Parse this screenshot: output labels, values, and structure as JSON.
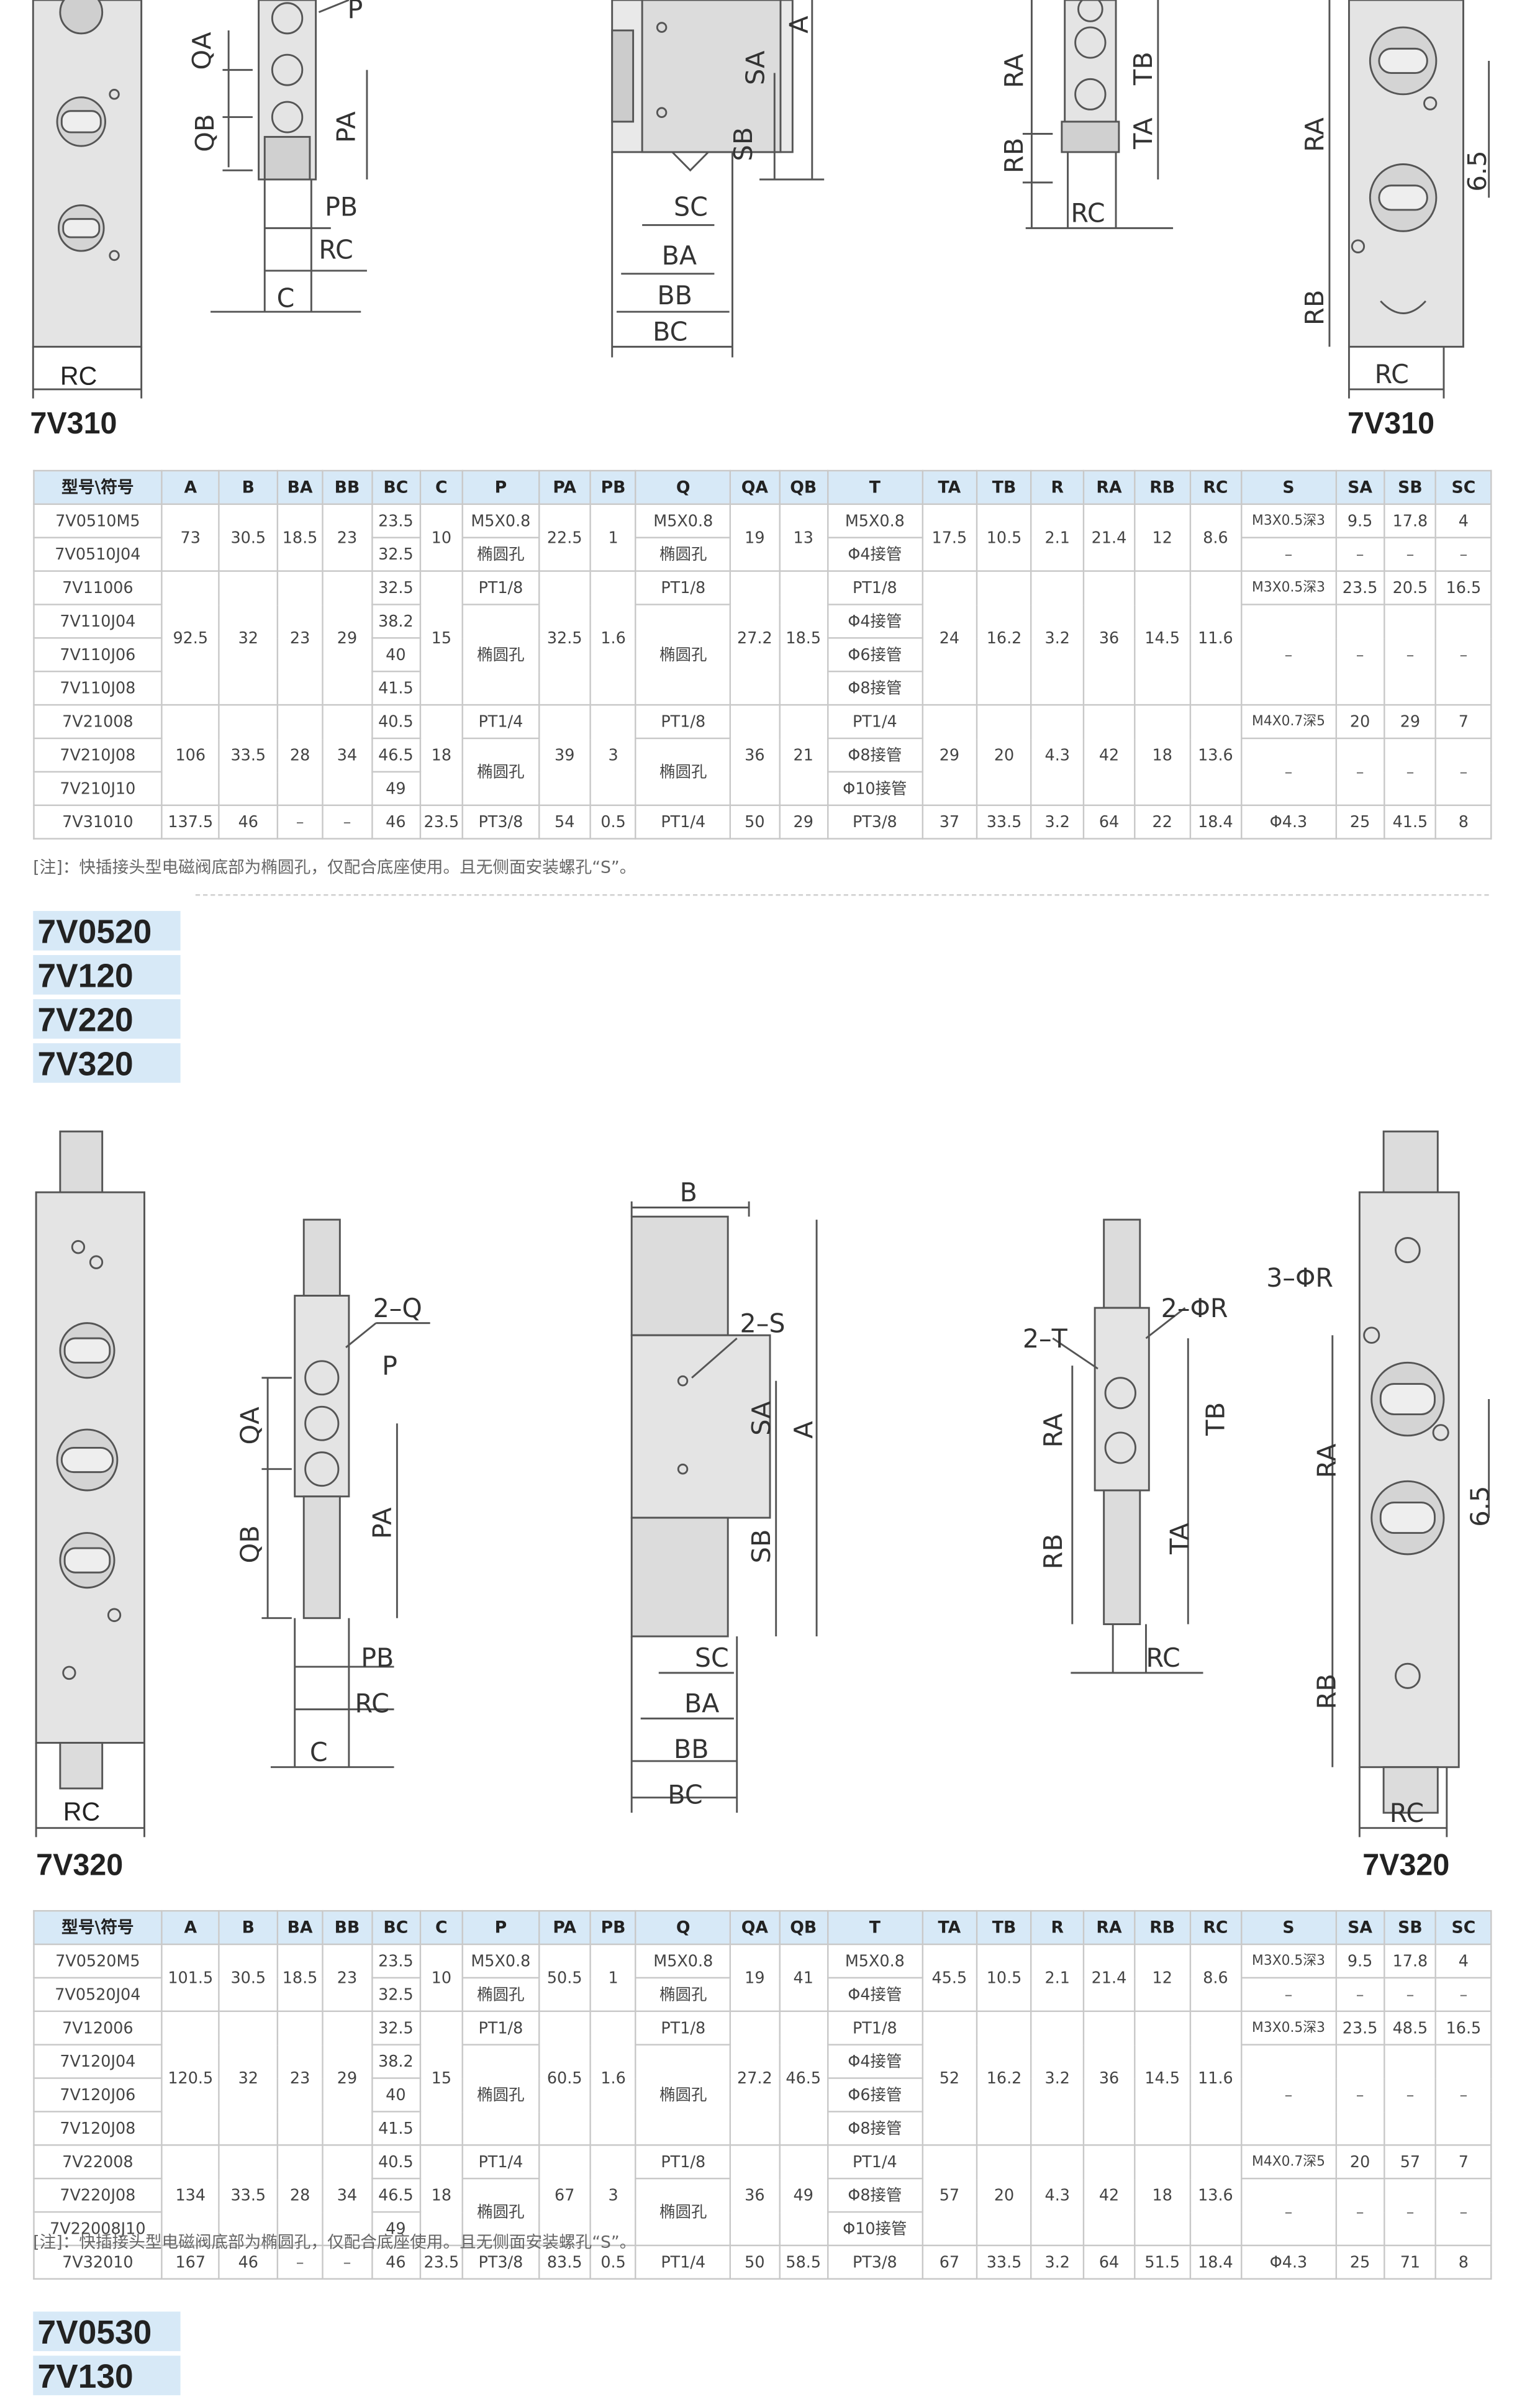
{
  "top_drawing": {
    "labels": [
      "P",
      "QA",
      "QB",
      "PA",
      "PB",
      "RC",
      "C",
      "A",
      "SA",
      "SB",
      "SC",
      "BA",
      "BB",
      "BC",
      "RA",
      "TB",
      "TA",
      "RB",
      "RC",
      "RA",
      "6.5",
      "RB",
      "RC"
    ],
    "model_left": "7V310",
    "model_right": "7V310"
  },
  "table1": {
    "headers": [
      "型号\\符号",
      "A",
      "B",
      "BA",
      "BB",
      "BC",
      "C",
      "P",
      "PA",
      "PB",
      "Q",
      "QA",
      "QB",
      "T",
      "TA",
      "TB",
      "R",
      "RA",
      "RB",
      "RC",
      "S",
      "SA",
      "SB",
      "SC"
    ],
    "r0": [
      "7V0510M5",
      "73",
      "30.5",
      "18.5",
      "23",
      "23.5",
      "10",
      "M5X0.8",
      "22.5",
      "1",
      "M5X0.8",
      "19",
      "13",
      "M5X0.8",
      "17.5",
      "10.5",
      "2.1",
      "21.4",
      "12",
      "8.6",
      "M3X0.5深3",
      "9.5",
      "17.8",
      "4"
    ],
    "r1": [
      "7V0510J04",
      "32.5",
      "椭圆孔",
      "椭圆孔",
      "Φ4接管",
      "–",
      "–",
      "–",
      "–"
    ],
    "r2": [
      "7V11006",
      "92.5",
      "32",
      "23",
      "29",
      "32.5",
      "15",
      "PT1/8",
      "32.5",
      "1.6",
      "PT1/8",
      "27.2",
      "18.5",
      "PT1/8",
      "24",
      "16.2",
      "3.2",
      "36",
      "14.5",
      "11.6",
      "M3X0.5深3",
      "23.5",
      "20.5",
      "16.5"
    ],
    "r3": [
      "7V110J04",
      "38.2",
      "椭圆孔",
      "椭圆孔",
      "Φ4接管",
      "–",
      "–",
      "–",
      "–"
    ],
    "r4": [
      "7V110J06",
      "40",
      "Φ6接管"
    ],
    "r5": [
      "7V110J08",
      "41.5",
      "Φ8接管"
    ],
    "r6": [
      "7V21008",
      "106",
      "33.5",
      "28",
      "34",
      "40.5",
      "18",
      "PT1/4",
      "39",
      "3",
      "PT1/8",
      "36",
      "21",
      "PT1/4",
      "29",
      "20",
      "4.3",
      "42",
      "18",
      "13.6",
      "M4X0.7深5",
      "20",
      "29",
      "7"
    ],
    "r7": [
      "7V210J08",
      "46.5",
      "椭圆孔",
      "椭圆孔",
      "Φ8接管",
      "–",
      "–",
      "–",
      "–"
    ],
    "r8": [
      "7V210J10",
      "49",
      "Φ10接管"
    ],
    "r9": [
      "7V31010",
      "137.5",
      "46",
      "–",
      "–",
      "46",
      "23.5",
      "PT3/8",
      "54",
      "0.5",
      "PT1/4",
      "50",
      "29",
      "PT3/8",
      "37",
      "33.5",
      "3.2",
      "64",
      "22",
      "18.4",
      "Φ4.3",
      "25",
      "41.5",
      "8"
    ],
    "note": "[注]：快插接头型电磁阀底部为椭圆孔，仅配合底座使用。且无侧面安装螺孔“S”。"
  },
  "series2": [
    "7V0520",
    "7V120",
    "7V220",
    "7V320"
  ],
  "mid_drawing": {
    "labels": [
      "2–Q",
      "P",
      "QA",
      "QB",
      "PA",
      "PB",
      "RC",
      "C",
      "B",
      "2–S",
      "SA",
      "SB",
      "A",
      "SC",
      "BA",
      "BB",
      "BC",
      "2–T",
      "2–ΦR",
      "RA",
      "TB",
      "RB",
      "TA",
      "RC",
      "3–ΦR",
      "RA",
      "6.5",
      "RB",
      "RC"
    ],
    "model_left": "7V320",
    "model_right": "7V320"
  },
  "table2": {
    "headers": [
      "型号\\符号",
      "A",
      "B",
      "BA",
      "BB",
      "BC",
      "C",
      "P",
      "PA",
      "PB",
      "Q",
      "QA",
      "QB",
      "T",
      "TA",
      "TB",
      "R",
      "RA",
      "RB",
      "RC",
      "S",
      "SA",
      "SB",
      "SC"
    ],
    "r0": [
      "7V0520M5",
      "101.5",
      "30.5",
      "18.5",
      "23",
      "23.5",
      "10",
      "M5X0.8",
      "50.5",
      "1",
      "M5X0.8",
      "19",
      "41",
      "M5X0.8",
      "45.5",
      "10.5",
      "2.1",
      "21.4",
      "12",
      "8.6",
      "M3X0.5深3",
      "9.5",
      "17.8",
      "4"
    ],
    "r1": [
      "7V0520J04",
      "32.5",
      "椭圆孔",
      "椭圆孔",
      "Φ4接管",
      "–",
      "–",
      "–",
      "–"
    ],
    "r2": [
      "7V12006",
      "120.5",
      "32",
      "23",
      "29",
      "32.5",
      "15",
      "PT1/8",
      "60.5",
      "1.6",
      "PT1/8",
      "27.2",
      "46.5",
      "PT1/8",
      "52",
      "16.2",
      "3.2",
      "36",
      "14.5",
      "11.6",
      "M3X0.5深3",
      "23.5",
      "48.5",
      "16.5"
    ],
    "r3": [
      "7V120J04",
      "38.2",
      "椭圆孔",
      "椭圆孔",
      "Φ4接管",
      "–",
      "–",
      "–",
      "–"
    ],
    "r4": [
      "7V120J06",
      "40",
      "Φ6接管"
    ],
    "r5": [
      "7V120J08",
      "41.5",
      "Φ8接管"
    ],
    "r6": [
      "7V22008",
      "134",
      "33.5",
      "28",
      "34",
      "40.5",
      "18",
      "PT1/4",
      "67",
      "3",
      "PT1/8",
      "36",
      "49",
      "PT1/4",
      "57",
      "20",
      "4.3",
      "42",
      "18",
      "13.6",
      "M4X0.7深5",
      "20",
      "57",
      "7"
    ],
    "r7": [
      "7V220J08",
      "46.5",
      "椭圆孔",
      "椭圆孔",
      "Φ8接管",
      "–",
      "–",
      "–",
      "–"
    ],
    "r8": [
      "7V22008J10",
      "49",
      "Φ10接管"
    ],
    "r9": [
      "7V32010",
      "167",
      "46",
      "–",
      "–",
      "46",
      "23.5",
      "PT3/8",
      "83.5",
      "0.5",
      "PT1/4",
      "50",
      "58.5",
      "PT3/8",
      "67",
      "33.5",
      "3.2",
      "64",
      "51.5",
      "18.4",
      "Φ4.3",
      "25",
      "71",
      "8"
    ],
    "note": "[注]：快插接头型电磁阀底部为椭圆孔，仅配合底座使用。且无侧面安装螺孔“S”。"
  },
  "series3": [
    "7V0530",
    "7V130"
  ]
}
